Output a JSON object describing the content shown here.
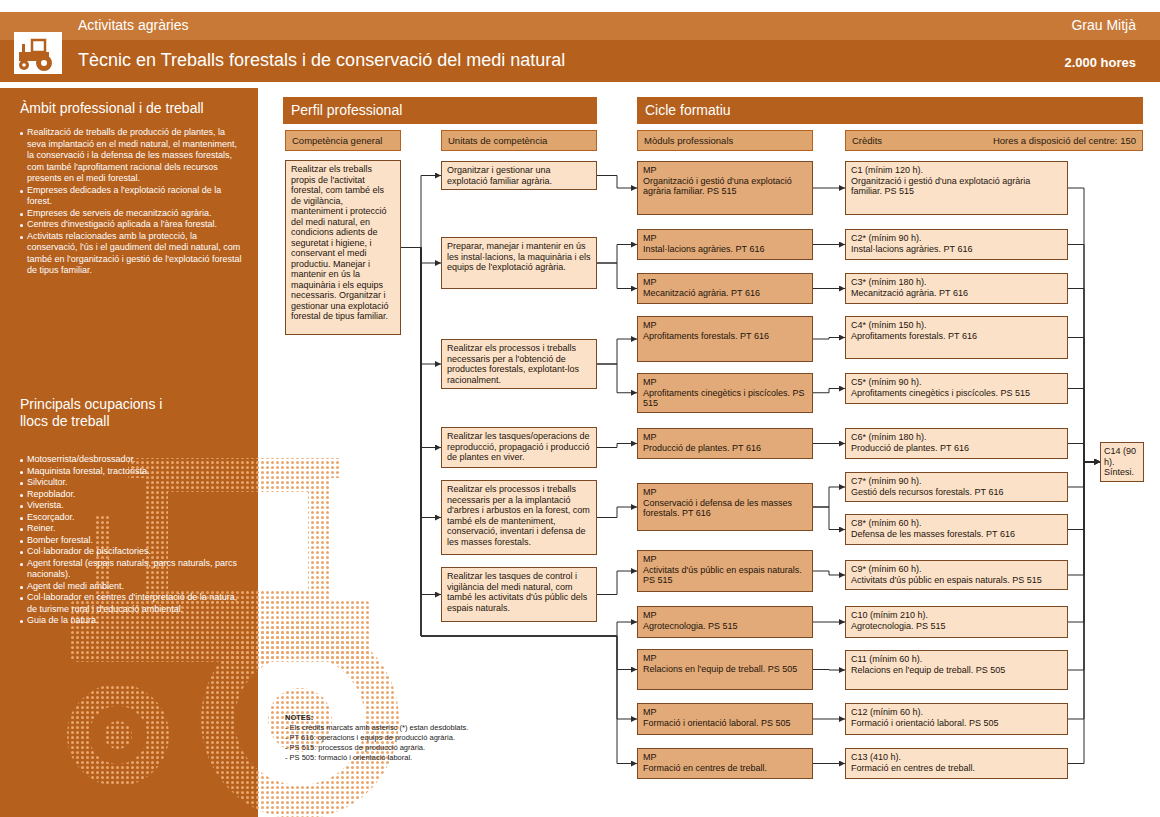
{
  "diagram": {
    "title": "Tècnic en Treballs forestals i de conservació del medi natural",
    "nodes": [
      {
        "text": [
          "Àmbit professional i de treball",
          "Realització de treballs de producció de plantes, la seva implantació en el medi natural, el manteniment, la conservació i la defensa de les masses forestals, com també l'aprofitament racional dels recursos presents en el medi forestal.",
          "Empreses dedicades a l'explotació racional de la forest.",
          "Empreses de serveis de mecanització agrària.",
          "Centres d'investigació aplicada a l'àrea forestal.",
          "Activitats relacionades amb la protecció, la conservació, l'ús i el gaudiment del medi natural, com també en l'organització i gestió de l'explotació forestal de tipus familiar.",
          "Principals ocupacions i llocs de treball",
          "Motoserrista/desbrossador.",
          "Maquinista forestal, tractorista.",
          "Silvicultor.",
          "Repoblador.",
          "Viverista.",
          "Escorçador.",
          "Reiner.",
          "Bomber forestal.",
          "Col·laborador de piscifactories.",
          "Agent forestal (espais naturals, parcs naturals, parcs nacionals).",
          "Agent del medi ambient.",
          "Col·laborador en centres d'interpretació de la natura, de turisme rural i d'educació ambiental.",
          "Guia de la natura."
        ]
      },
      {
        "text": [
          "Perfil professional"
        ]
      },
      {
        "text": [
          "Cicle formatiu"
        ]
      },
      {
        "text": [
          "Competència general"
        ]
      },
      {
        "text": [
          "Unitats de competència"
        ]
      },
      {
        "text": [
          "Mòduls professionals"
        ]
      },
      {
        "text": [
          "Crèdits",
          "Hores a disposició del centre: 150"
        ]
      },
      {
        "text": [
          "Realitzar els treballs propis de l'activitat forestal, com també els de vigilància, manteniment i protecció del medi natural, en condicions adients de seguretat i higiene, i conservant el medi productiu. Manejar i mantenir en ús la maquinària i els equips necessaris. Organitzar i gestionar una explotació forestal de tipus familiar."
        ]
      },
      {
        "text": [
          "Organitzar i gestionar una explotació familiar agrària."
        ]
      },
      {
        "text": [
          "Preparar, manejar i mantenir en ús les instal·lacions, la maquinària i els equips de l'explotació agrària."
        ]
      },
      {
        "text": [
          "Realitzar els processos i treballs necessaris per a l'obtenció de productes forestals, explotant-los racionalment."
        ]
      },
      {
        "text": [
          "Realitzar les tasques/operacions de reproducció, propagació i producció de plantes en viver."
        ]
      },
      {
        "text": [
          "Realitzar els processos i treballs necessaris per a la implantació d'arbres i arbustos en la forest, com també els de manteniment, conservació, inventari i defensa de les masses forestals."
        ]
      },
      {
        "text": [
          "Realitzar les tasques de control i vigilància del medi natural, com també les activitats d'ús públic dels espais naturals."
        ]
      },
      {
        "text": [
          "MP",
          "Organització i gestió d'una explotació agrària familiar. PS 515"
        ]
      },
      {
        "text": [
          "MP",
          "Instal·lacions agràries. PT 616"
        ]
      },
      {
        "text": [
          "MP",
          "Mecanització agrària. PT 616"
        ]
      },
      {
        "text": [
          "MP",
          "Aprofitaments forestals. PT 616"
        ]
      },
      {
        "text": [
          "MP",
          "Aprofitaments cinegètics i piscícoles. PS 515"
        ]
      },
      {
        "text": [
          "MP",
          "Producció de plantes. PT 616"
        ]
      },
      {
        "text": [
          "MP",
          "Conservació i defensa de les masses forestals. PT 616"
        ]
      },
      {
        "text": [
          "MP",
          "Activitats d'ús públic en espais naturals. PS 515"
        ]
      },
      {
        "text": [
          "MP",
          "Agrotecnologia. PS 515"
        ]
      },
      {
        "text": [
          "MP",
          "Relacions en l'equip de treball. PS 505"
        ]
      },
      {
        "text": [
          "MP",
          "Formació i orientació laboral. PS 505"
        ]
      },
      {
        "text": [
          "MP",
          "Formació en centres de treball."
        ]
      },
      {
        "text": [
          "C1 (mínim 120 h).",
          "Organització i gestió d'una explotació agrària familiar. PS 515"
        ]
      },
      {
        "text": [
          "C2* (mínim 90 h).",
          "Instal·lacions agràries. PT 616"
        ]
      },
      {
        "text": [
          "C3* (mínim 180 h).",
          "Mecanització agrària. PT 616"
        ]
      },
      {
        "text": [
          "C4* (mínim 150 h).",
          "Aprofitaments forestals. PT 616"
        ]
      },
      {
        "text": [
          "C5* (mínim 90 h).",
          "Aprofitaments cinegètics i piscícoles. PS 515"
        ]
      },
      {
        "text": [
          "C6* (mínim 180 h).",
          "Producció de plantes. PT 616"
        ]
      },
      {
        "text": [
          "C7* (mínim 90 h).",
          "Gestió dels recursos forestals. PT 616"
        ]
      },
      {
        "text": [
          "C8* (mínim 60 h).",
          "Defensa de les masses forestals. PT 616"
        ]
      },
      {
        "text": [
          "C9* (mínim 60 h).",
          "Activitats d'ús públic en espais naturals. PS 515"
        ]
      },
      {
        "text": [
          "C10 (mínim 210 h).",
          "Agrotecnologia. PS 515"
        ]
      },
      {
        "text": [
          "C11 (mínim 60 h).",
          "Relacions en l'equip de treball. PS 505"
        ]
      },
      {
        "text": [
          "C12 (mínim 60 h).",
          "Formació i orientació laboral. PS 505"
        ]
      },
      {
        "text": [
          "C13 (410 h).",
          "Formació en centres de treball."
        ]
      },
      {
        "text": [
          "C14 (90 h).",
          "Síntesi."
        ]
      }
    ],
    "edges": [
      {
        "from": 7,
        "to": 8,
        "arrow": "to"
      },
      {
        "from": 7,
        "to": 9,
        "arrow": "to"
      },
      {
        "from": 7,
        "to": 10,
        "arrow": "to"
      },
      {
        "from": 7,
        "to": 11,
        "arrow": "to"
      },
      {
        "from": 7,
        "to": 12,
        "arrow": "to"
      },
      {
        "from": 7,
        "to": 13,
        "arrow": "to"
      },
      {
        "from": 7,
        "to": 22,
        "arrow": "to"
      },
      {
        "from": 7,
        "to": 23,
        "arrow": "to"
      },
      {
        "from": 7,
        "to": 24,
        "arrow": "to"
      },
      {
        "from": 7,
        "to": 25,
        "arrow": "to"
      },
      {
        "from": 8,
        "to": 14,
        "arrow": "to"
      },
      {
        "from": 9,
        "to": 15,
        "arrow": "to"
      },
      {
        "from": 9,
        "to": 16,
        "arrow": "to"
      },
      {
        "from": 10,
        "to": 17,
        "arrow": "to"
      },
      {
        "from": 10,
        "to": 18,
        "arrow": "to"
      },
      {
        "from": 11,
        "to": 19,
        "arrow": "to"
      },
      {
        "from": 12,
        "to": 20,
        "arrow": "to"
      },
      {
        "from": 13,
        "to": 21,
        "arrow": "to"
      },
      {
        "from": 14,
        "to": 26,
        "arrow": "to"
      },
      {
        "from": 15,
        "to": 27,
        "arrow": "to"
      },
      {
        "from": 16,
        "to": 28,
        "arrow": "to"
      },
      {
        "from": 17,
        "to": 29,
        "arrow": "to"
      },
      {
        "from": 18,
        "to": 30,
        "arrow": "to"
      },
      {
        "from": 19,
        "to": 31,
        "arrow": "to"
      },
      {
        "from": 20,
        "to": 32,
        "arrow": "to"
      },
      {
        "from": 20,
        "to": 33,
        "arrow": "to"
      },
      {
        "from": 21,
        "to": 34,
        "arrow": "to"
      },
      {
        "from": 22,
        "to": 35,
        "arrow": "to"
      },
      {
        "from": 23,
        "to": 36,
        "arrow": "to"
      },
      {
        "from": 24,
        "to": 37,
        "arrow": "to"
      },
      {
        "from": 25,
        "to": 38,
        "arrow": "to"
      },
      {
        "from": 26,
        "to": 39,
        "arrow": "to"
      },
      {
        "from": 27,
        "to": 39,
        "arrow": "to"
      },
      {
        "from": 28,
        "to": 39,
        "arrow": "to"
      },
      {
        "from": 29,
        "to": 39,
        "arrow": "to"
      },
      {
        "from": 30,
        "to": 39,
        "arrow": "to"
      },
      {
        "from": 31,
        "to": 39,
        "arrow": "to"
      },
      {
        "from": 32,
        "to": 39,
        "arrow": "to"
      },
      {
        "from": 33,
        "to": 39,
        "arrow": "to"
      },
      {
        "from": 34,
        "to": 39,
        "arrow": "to"
      },
      {
        "from": 35,
        "to": 39,
        "arrow": "to"
      },
      {
        "from": 36,
        "to": 39,
        "arrow": "to"
      },
      {
        "from": 37,
        "to": 39,
        "arrow": "to"
      },
      {
        "from": 38,
        "to": 39,
        "arrow": "to"
      }
    ],
    "labels": [
      "Activitats agràries",
      "Grau Mitjà",
      "2.000 hores",
      "NOTES:",
      "- Els crèdits marcats amb asterisc (*) estan desdoblats.",
      "- PT 616: operacions i equips de producció agrària.",
      "- PS 515: processos de producció agrària.",
      "- PS 505: formació i orientació laboral."
    ]
  }
}
